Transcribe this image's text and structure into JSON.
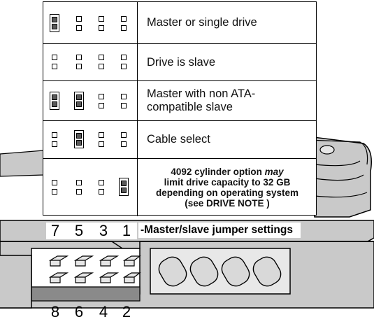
{
  "rows": [
    {
      "description": "Master or single drive",
      "jumpers": [
        true,
        false,
        false,
        false
      ]
    },
    {
      "description": "Drive is slave",
      "jumpers": [
        false,
        false,
        false,
        false
      ]
    },
    {
      "description": "Master with non ATA-compatible slave",
      "jumpers": [
        true,
        true,
        false,
        false
      ]
    },
    {
      "description": "Cable select",
      "jumpers": [
        false,
        true,
        false,
        false
      ]
    },
    {
      "description_line1_pre": "4092 cylinder option ",
      "description_line1_em": "may",
      "description_line2": "limit drive capacity to 32 GB",
      "description_line3": "depending on operating system",
      "description_line4": "(see DRIVE NOTE )",
      "jumpers": [
        false,
        false,
        false,
        true
      ]
    }
  ],
  "pin_numbers_top": [
    "7",
    "5",
    "3",
    "1"
  ],
  "pin_numbers_bottom": [
    "8",
    "6",
    "4",
    "2"
  ],
  "caption": "-Master/slave jumper settings",
  "colors": {
    "drive_body": "#c9c9c9",
    "drive_dark": "#8a8a8a",
    "pin_fill": "#595959"
  }
}
